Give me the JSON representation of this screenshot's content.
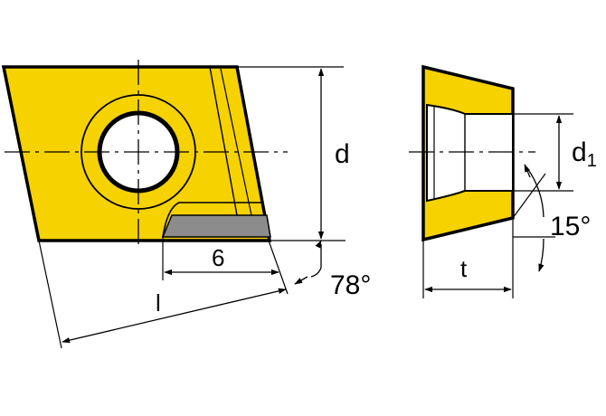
{
  "colors": {
    "insert_fill": "#f5d200",
    "chip_breaker": "#8c8c8c",
    "outline": "#000000",
    "background": "#ffffff"
  },
  "labels": {
    "d": "d",
    "d1_main": "d",
    "d1_sub": "1",
    "six": "6",
    "l": "l",
    "t": "t",
    "angle_78": "78°",
    "angle_15": "15°"
  }
}
